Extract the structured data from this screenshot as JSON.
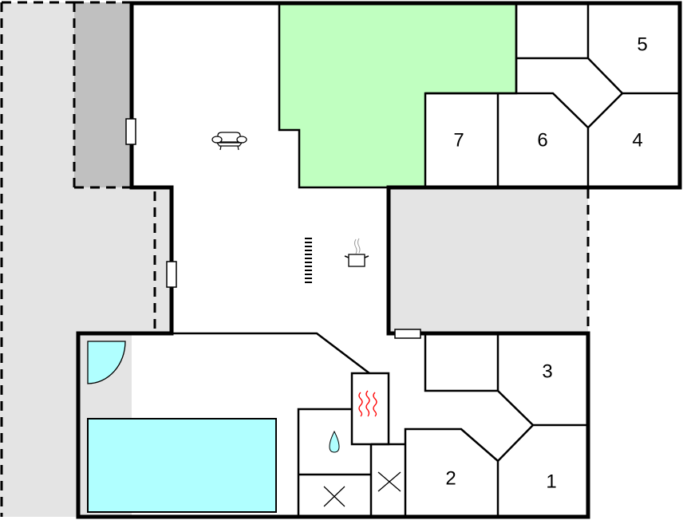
{
  "diagram": {
    "type": "floor-plan",
    "colors": {
      "outdoor_area": "#e4e4e4",
      "terrace_dark": "#c0c0c0",
      "green_area": "#c0ffc0",
      "water": "#b0ffff",
      "wall": "#000000",
      "heater": "#ff0000",
      "background": "#ffffff"
    },
    "rooms": [
      {
        "id": "room-1",
        "label": "1"
      },
      {
        "id": "room-2",
        "label": "2"
      },
      {
        "id": "room-3",
        "label": "3"
      },
      {
        "id": "room-4",
        "label": "4"
      },
      {
        "id": "room-5",
        "label": "5"
      },
      {
        "id": "room-6",
        "label": "6"
      },
      {
        "id": "room-7",
        "label": "7"
      }
    ],
    "symbols": [
      {
        "name": "sofa-icon",
        "meaning": "living room"
      },
      {
        "name": "cooking-pot-icon",
        "meaning": "kitchen"
      },
      {
        "name": "staircase-icon",
        "meaning": "stairs"
      },
      {
        "name": "whirlpool-icon",
        "meaning": "jacuzzi"
      },
      {
        "name": "pool-icon",
        "meaning": "swimming pool"
      },
      {
        "name": "sauna-icon",
        "meaning": "sauna"
      },
      {
        "name": "water-drop-icon",
        "meaning": "shower"
      },
      {
        "name": "toilet-cross-icon",
        "meaning": "WC"
      }
    ]
  }
}
